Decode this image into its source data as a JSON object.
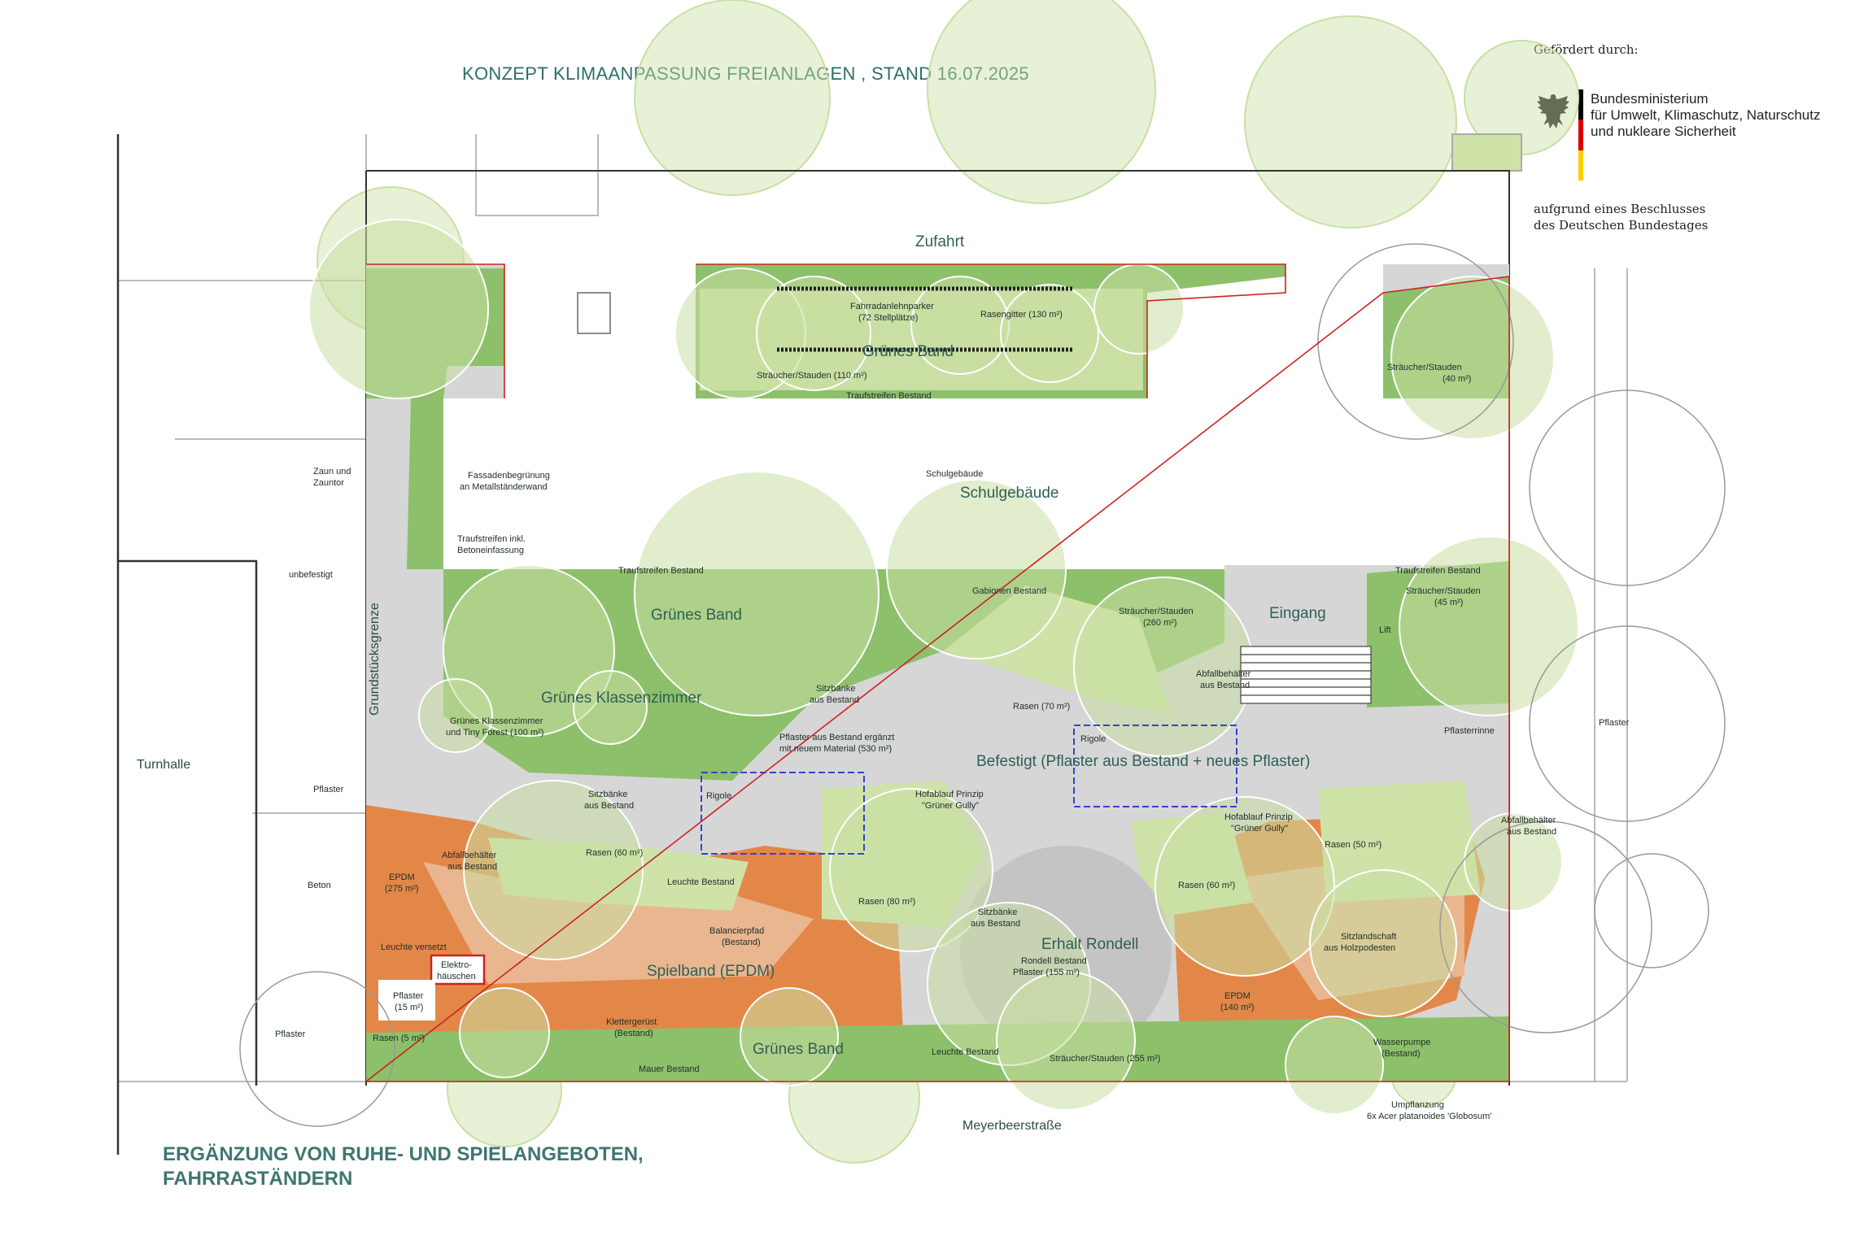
{
  "header": {
    "title": "KONZEPT KLIMAANPASSUNG FREIANLAGEN , STAND 16.07.2025"
  },
  "funding": {
    "heading": "Gefördert durch:",
    "ministry_lines": [
      "Bundesministerium",
      "für Umwelt, Klimaschutz, Naturschutz",
      "und nukleare Sicherheit"
    ],
    "basis_lines": [
      "aufgrund eines Beschlusses",
      "des Deutschen Bundestages"
    ],
    "flag_colors": [
      "#000000",
      "#dd0000",
      "#ffce00"
    ],
    "emblem_icon": "federal-eagle-icon"
  },
  "footer": {
    "title_lines": [
      "ERGÄNZUNG VON RUHE- UND SPIELANGEBOTEN,",
      "FAHRRASTÄNDERN"
    ]
  },
  "colors": {
    "lawn": "#8cc06a",
    "lawn_light": "#cfe3a8",
    "paving": "#d4d4d4",
    "epdm": "#e38748",
    "epdm_light": "#e9b68f",
    "tree_fill": "#c9dfa3",
    "boundary": "#cc2222",
    "rigole": "#3344cc"
  },
  "map": {
    "big_labels": {
      "zufahrt": "Zufahrt",
      "schulgebaeude": "Schulgebäude",
      "gruenes_band_top": "Grünes Band",
      "gruenes_band_mid": "Grünes Band",
      "gruenes_band_bottom": "Grünes Band",
      "gruenes_klassenzimmer": "Grünes Klassenzimmer",
      "befestigt": "Befestigt (Pflaster aus Bestand + neues Pflaster)",
      "eingang": "Eingang",
      "erhalt_rondell": "Erhalt Rondell",
      "spielband": "Spielband (EPDM)",
      "turnhalle": "Turnhalle",
      "meyerbeerstrasse": "Meyerbeerstraße",
      "grundstuecksgrenze": "Grundstücksgrenze"
    },
    "notes": {
      "fahrradanlehnparker": [
        "Fahrradanlehnparker",
        "(72 Stellplätze)"
      ],
      "rasengitter": "Rasengitter (130 m²)",
      "straeucher_110": "Sträucher/Stauden (110 m²)",
      "traufstreifen_top": "Traufstreifen  Bestand",
      "straeucher_40": [
        "Sträucher/Stauden",
        "(40 m²)"
      ],
      "schulgebaeude_small": "Schulgebäude",
      "fassadenbegruenung": [
        "Fassadenbegrünung",
        "an Metallständerwand"
      ],
      "zaun": [
        "Zaun und",
        "Zauntor"
      ],
      "traufstreifen_inkl": [
        "Traufstreifen  inkl.",
        "Betoneinfassung"
      ],
      "unbefestigt": "unbefestigt",
      "traufstreifen_mid": "Traufstreifen  Bestand",
      "gabionen": "Gabionen Bestand",
      "straeucher_260": [
        "Sträucher/Stauden",
        "(260 m²)"
      ],
      "traufstreifen_right": "Traufstreifen  Bestand",
      "straeucher_45": [
        "Sträucher/Stauden",
        "(45 m²)"
      ],
      "lift": "Lift",
      "sitzbaenke_1": [
        "Sitzbänke",
        "aus Bestand"
      ],
      "rasen_70": "Rasen (70 m²)",
      "abfallbehaelter_1": [
        "Abfallbehälter",
        "aus Bestand"
      ],
      "klassenzimmer_note": [
        "Grünes Klassenzimmer",
        "und Tiny Forest (100 m²)"
      ],
      "pflaster_530": [
        "Pflaster aus Bestand ergänzt",
        "mit neuem Material  (530 m²)"
      ],
      "rigole_1": "Rigole",
      "rigole_2": "Rigole",
      "pflasterrinne": "Pflasterrinne",
      "pflaster_left": "Pflaster",
      "sitzbaenke_2": [
        "Sitzbänke",
        "aus Bestand"
      ],
      "hofablauf_1": [
        "Hofablauf Prinzip",
        "\"Grüner Gully\""
      ],
      "hofablauf_2": [
        "Hofablauf Prinzip",
        "\"Grüner Gully\""
      ],
      "abfallbehaelter_2": [
        "Abfallbehälter",
        "aus Bestand"
      ],
      "abfallbehaelter_3": [
        "Abfallbehälter",
        "aus Bestand"
      ],
      "rasen_60a": "Rasen (60 m²)",
      "rasen_50": "Rasen (50 m²)",
      "epdm_275": [
        "EPDM",
        "(275 m²)"
      ],
      "beton": "Beton",
      "leuchte_1": "Leuchte Bestand",
      "rasen_80": "Rasen (80 m²)",
      "sitzbaenke_3": [
        "Sitzbänke",
        "aus Bestand"
      ],
      "rasen_60b": "Rasen (60 m²)",
      "balancierpfad": [
        "Balancierpfad",
        "(Bestand)"
      ],
      "sitzlandschaft": [
        "Sitzlandschaft",
        "aus Holzpodesten"
      ],
      "leuchte_versetzt": "Leuchte versetzt",
      "elektro": [
        "Elektro-",
        "häuschen"
      ],
      "rondell_bestand": [
        "Rondell Bestand",
        "Pflaster (155 m²)"
      ],
      "pflaster_15": [
        "Pflaster",
        "(15 m²)"
      ],
      "epdm_140": [
        "EPDM",
        "(140 m²)"
      ],
      "pflaster_outside_left": "Pflaster",
      "pflaster_outside_right": "Pflaster",
      "klettergeruest": [
        "Klettergerüst",
        "(Bestand)"
      ],
      "wasserpumpe": [
        "Wasserpumpe",
        "(Bestand)"
      ],
      "rasen_5": "Rasen (5 m²)",
      "leuchte_2": "Leuchte Bestand",
      "straeucher_255": "Sträucher/Stauden (255 m²)",
      "mauer": "Mauer Bestand",
      "umpflanzung": [
        "Umpflanzung",
        "6x Acer platanoides 'Globosum'"
      ]
    }
  }
}
